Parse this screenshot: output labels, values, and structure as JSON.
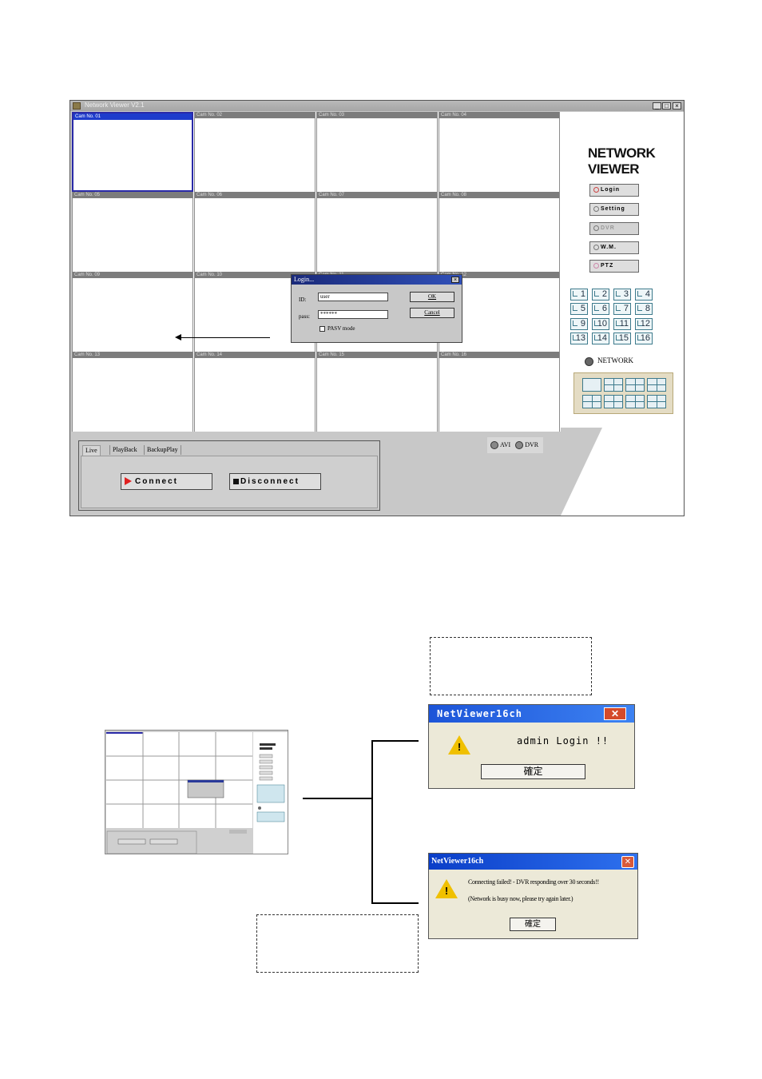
{
  "app": {
    "window_title": "Network Viewer V2.1",
    "window_buttons": [
      "_",
      "□",
      "×"
    ],
    "cameras": [
      "Cam No. 01",
      "Cam No. 02",
      "Cam No. 03",
      "Cam No. 04",
      "Cam No. 05",
      "Cam No. 06",
      "Cam No. 07",
      "Cam No. 08",
      "Cam No. 09",
      "Cam No. 10",
      "Cam No. 11",
      "Cam No. 12",
      "Cam No. 13",
      "Cam No. 14",
      "Cam No. 15",
      "Cam No. 16"
    ],
    "side": {
      "title_line1": "NETWORK",
      "title_line2": "VIEWER",
      "buttons": [
        "Login",
        "Setting",
        "DVR",
        "W.M.",
        "PTZ"
      ],
      "numbers": [
        "1",
        "2",
        "3",
        "4",
        "5",
        "6",
        "7",
        "8",
        "9",
        "10",
        "11",
        "12",
        "13",
        "14",
        "15",
        "16"
      ],
      "network_label": "NETWORK"
    },
    "tabs": [
      "Live",
      "PlayBack",
      "BackupPlay"
    ],
    "connect_label": "Connect",
    "disconnect_label": "Disconnect",
    "avi_label": "AVI",
    "dvr_label": "DVR",
    "login_dialog": {
      "title": "Login...",
      "id_label": "ID:",
      "id_value": "user",
      "pass_label": "pass:",
      "pass_value": "******",
      "ok_label": "OK",
      "cancel_label": "Cancel",
      "pasv_label": "PASV mode"
    }
  },
  "diagram": {
    "success_dialog": {
      "title": "NetViewer16ch",
      "message": "admin Login !!",
      "button": "確定"
    },
    "fail_dialog": {
      "title": "NetViewer16ch",
      "message_line1": "Connecting failed! - DVR responding over 30 seconds!!",
      "message_line2": "(Network is busy now, please try again later.)",
      "button": "確定"
    }
  },
  "colors": {
    "selected_cell": "#1e3ccc",
    "xp_titlebar": "#1c54d8",
    "warning_yellow": "#f0c000",
    "connect_red": "#e02020"
  }
}
